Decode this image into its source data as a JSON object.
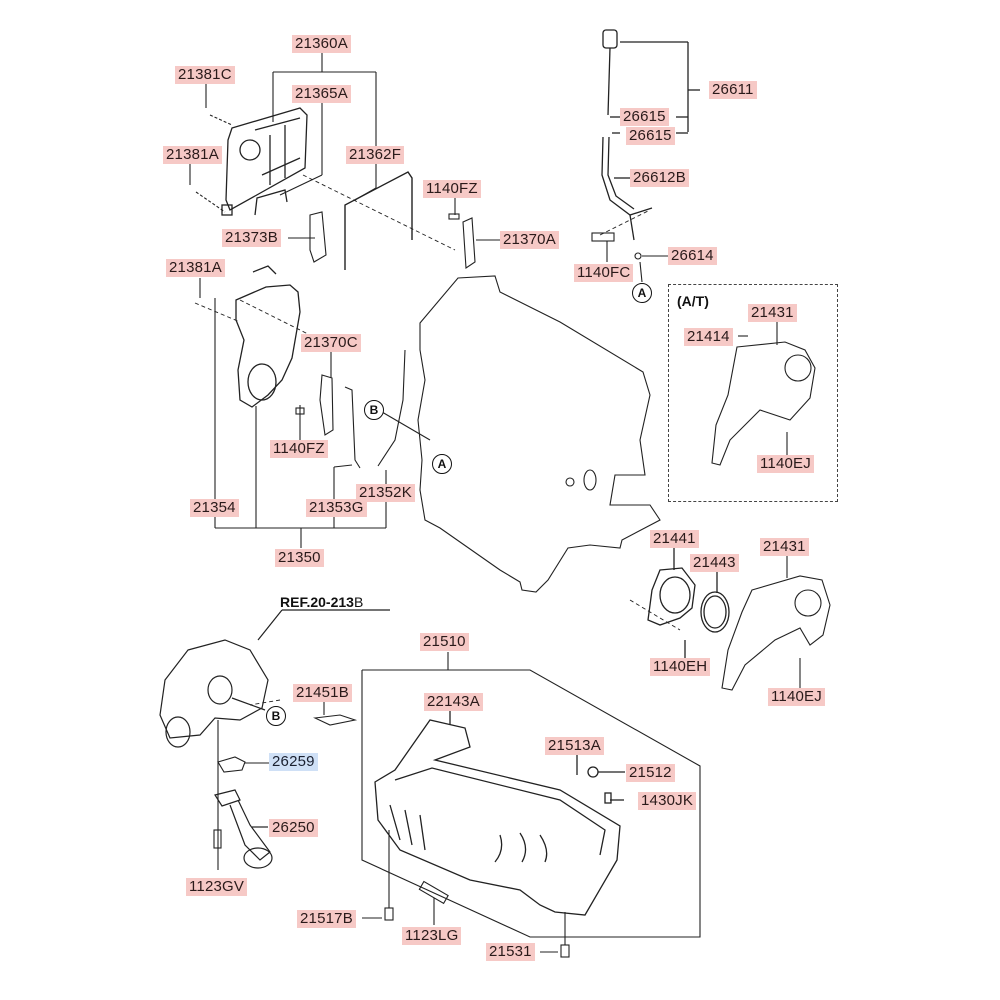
{
  "diagram": {
    "title": "Engine Timing Cover, Oil Pan & Oil Pump Exploded Parts Diagram",
    "highlight_color": "#cfe0f6",
    "label_color": "#f6c9c6",
    "section_labels": {
      "automatic_transmission": "(A/T)",
      "reference": "REF.20-213",
      "reference_suffix": "B"
    },
    "callouts": {
      "a1": "A",
      "a2": "A",
      "b1": "B",
      "b2": "B"
    },
    "labels": {
      "p21360A": "21360A",
      "p21381C": "21381C",
      "p21365A": "21365A",
      "p21381A_top": "21381A",
      "p21362F": "21362F",
      "p1140FZ_top": "1140FZ",
      "p21373B": "21373B",
      "p21370A": "21370A",
      "p21381A_mid": "21381A",
      "p21370C": "21370C",
      "p1140FZ_mid": "1140FZ",
      "p21354": "21354",
      "p21353G": "21353G",
      "p21352K": "21352K",
      "p21350": "21350",
      "p26611": "26611",
      "p26615_a": "26615",
      "p26615_b": "26615",
      "p26612B": "26612B",
      "p1140FC": "1140FC",
      "p26614": "26614",
      "p21431_at": "21431",
      "p21414": "21414",
      "p1140EJ_at": "1140EJ",
      "p21441": "21441",
      "p21443": "21443",
      "p21431": "21431",
      "p1140EH": "1140EH",
      "p1140EJ": "1140EJ",
      "p21510": "21510",
      "p21451B": "21451B",
      "p22143A": "22143A",
      "p21513A": "21513A",
      "p21512": "21512",
      "p1430JK": "1430JK",
      "p26259": "26259",
      "p26250": "26250",
      "p1123GV": "1123GV",
      "p21517B": "21517B",
      "p1123LG": "1123LG",
      "p21531": "21531"
    }
  }
}
